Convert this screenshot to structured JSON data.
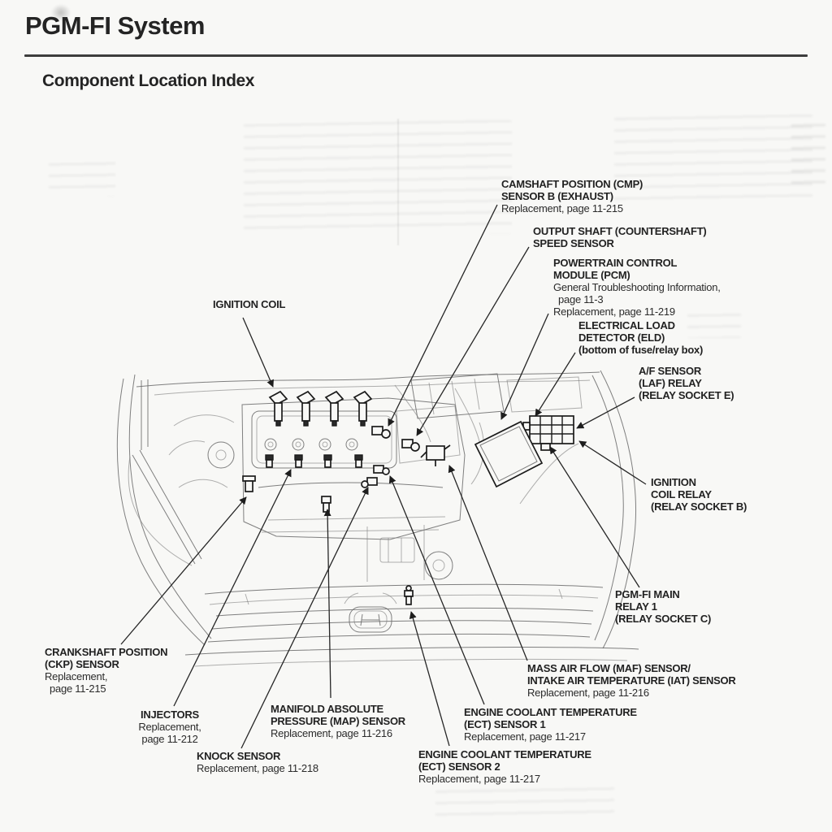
{
  "header": {
    "title": "PGM-FI System",
    "subtitle": "Component Location Index"
  },
  "callouts": [
    {
      "id": "ignition-coil",
      "bold": [
        "IGNITION COIL"
      ],
      "note": []
    },
    {
      "id": "cmp-sensor-b",
      "bold": [
        "CAMSHAFT POSITION (CMP)",
        "SENSOR B (EXHAUST)"
      ],
      "note": [
        "Replacement, page 11-215"
      ]
    },
    {
      "id": "output-shaft-speed-sensor",
      "bold": [
        "OUTPUT SHAFT (COUNTERSHAFT)",
        "SPEED SENSOR"
      ],
      "note": []
    },
    {
      "id": "pcm",
      "bold": [
        "POWERTRAIN CONTROL",
        "MODULE (PCM)"
      ],
      "note": [
        "General Troubleshooting Information,",
        "page 11-3",
        "Replacement, page 11-219"
      ]
    },
    {
      "id": "eld",
      "bold": [
        "ELECTRICAL LOAD",
        "DETECTOR (ELD)",
        "(bottom of fuse/relay box)"
      ],
      "note": []
    },
    {
      "id": "af-sensor-relay",
      "bold": [
        "A/F SENSOR",
        "(LAF) RELAY",
        "(RELAY SOCKET E)"
      ],
      "note": []
    },
    {
      "id": "ignition-coil-relay",
      "bold": [
        "IGNITION",
        "COIL RELAY",
        "(RELAY SOCKET B)"
      ],
      "note": []
    },
    {
      "id": "pgm-fi-main-relay-1",
      "bold": [
        "PGM-FI MAIN",
        "RELAY 1",
        "(RELAY SOCKET C)"
      ],
      "note": []
    },
    {
      "id": "maf-iat-sensor",
      "bold": [
        "MASS AIR FLOW (MAF) SENSOR/",
        "INTAKE AIR TEMPERATURE (IAT) SENSOR"
      ],
      "note": [
        "Replacement, page 11-216"
      ]
    },
    {
      "id": "ect-sensor-1",
      "bold": [
        "ENGINE COOLANT TEMPERATURE",
        "(ECT) SENSOR 1"
      ],
      "note": [
        "Replacement, page 11-217"
      ]
    },
    {
      "id": "ect-sensor-2",
      "bold": [
        "ENGINE COOLANT TEMPERATURE",
        "(ECT) SENSOR 2"
      ],
      "note": [
        "Replacement, page 11-217"
      ]
    },
    {
      "id": "map-sensor",
      "bold": [
        "MANIFOLD ABSOLUTE",
        "PRESSURE (MAP) SENSOR"
      ],
      "note": [
        "Replacement, page 11-216"
      ]
    },
    {
      "id": "knock-sensor",
      "bold": [
        "KNOCK SENSOR"
      ],
      "note": [
        "Replacement, page 11-218"
      ]
    },
    {
      "id": "injectors",
      "bold": [
        "INJECTORS"
      ],
      "note": [
        "Replacement,",
        "page 11-212"
      ]
    },
    {
      "id": "ckp-sensor",
      "bold": [
        "CRANKSHAFT POSITION",
        "(CKP) SENSOR"
      ],
      "note": [
        "Replacement,",
        "page 11-215"
      ]
    }
  ]
}
